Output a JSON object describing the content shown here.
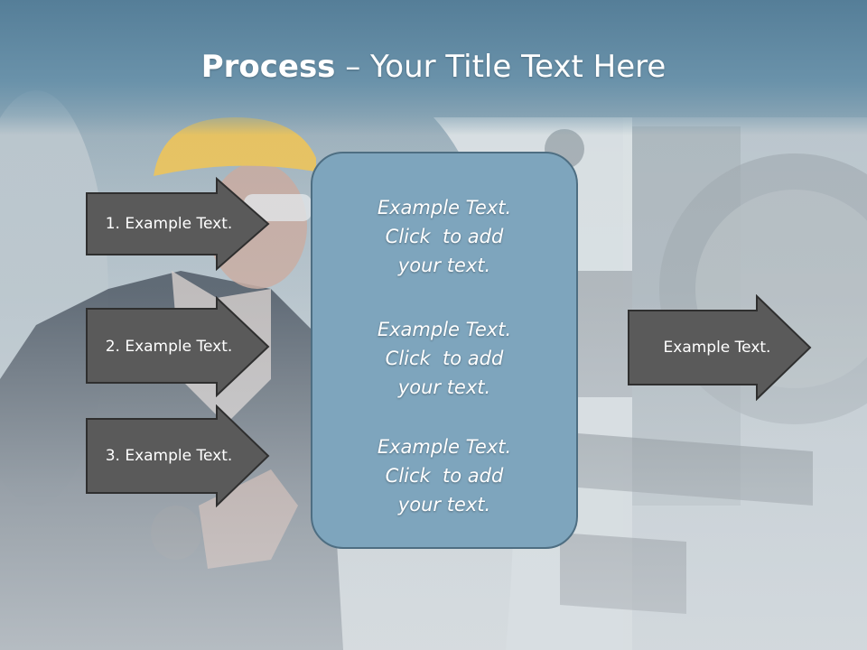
{
  "title": {
    "bold": "Process",
    "rest": " – Your Title Text Here"
  },
  "left_arrows": [
    {
      "label": "1. Example Text."
    },
    {
      "label": "2. Example Text."
    },
    {
      "label": "3. Example Text."
    }
  ],
  "center_box": {
    "blocks": [
      {
        "line1": "Example Text.",
        "line2": "Click  to add",
        "line3": "your text."
      },
      {
        "line1": "Example Text.",
        "line2": "Click  to add",
        "line3": "your text."
      },
      {
        "line1": "Example Text.",
        "line2": "Click  to add",
        "line3": "your text."
      }
    ]
  },
  "right_arrow": {
    "label": "Example Text."
  },
  "colors": {
    "arrow_fill": "#5a5a5a",
    "arrow_stroke": "#2f2f2f",
    "box_fill": "#7ea5bd",
    "title_band": "#5f88a0"
  }
}
